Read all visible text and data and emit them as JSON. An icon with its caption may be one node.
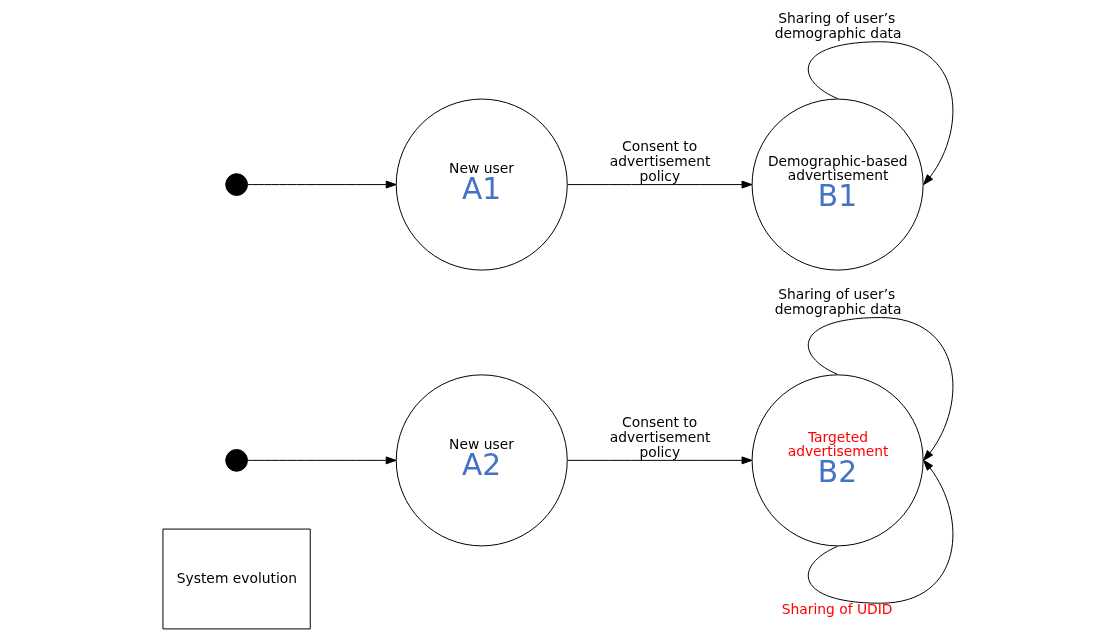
{
  "diagram": {
    "nodes": [
      {
        "text": [],
        "shape": "circle"
      },
      {
        "text": [
          "New user",
          "A1"
        ]
      },
      {
        "text": [
          "Demographic-based advertisement",
          "B1"
        ]
      },
      {
        "text": [],
        "shape": "circle"
      },
      {
        "text": [
          "New user",
          "A2"
        ]
      },
      {
        "text": [
          "Targeted advertisement",
          "B2"
        ]
      },
      {
        "text": [
          "System evolution"
        ]
      }
    ],
    "edges": [
      {
        "from": 0,
        "to": 1,
        "arrow": "to"
      },
      {
        "from": 1,
        "to": 2,
        "arrow": "to",
        "label": "Consent to advertisement policy"
      },
      {
        "from": 2,
        "to": 2,
        "arrow": "to",
        "label": "Sharing of user’s demographic data"
      },
      {
        "from": 3,
        "to": 4,
        "arrow": "to"
      },
      {
        "from": 4,
        "to": 5,
        "arrow": "to",
        "label": "Consent to advertisement policy"
      },
      {
        "from": 5,
        "to": 5,
        "arrow": "to",
        "label": "Sharing of user’s demographic data"
      },
      {
        "from": 5,
        "to": 5,
        "arrow": "to",
        "label": "Sharing of UDID"
      }
    ]
  }
}
